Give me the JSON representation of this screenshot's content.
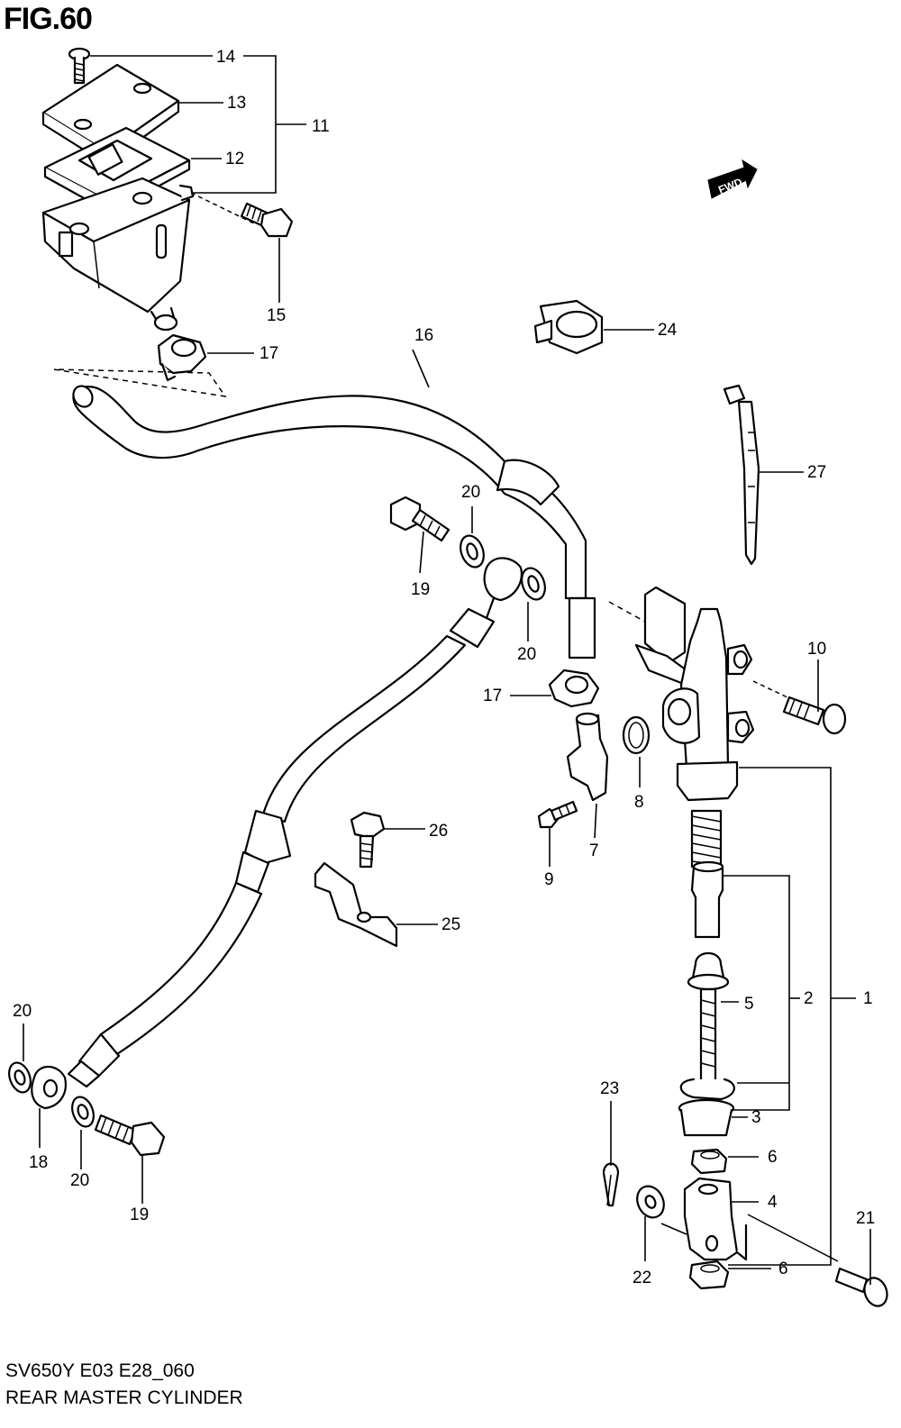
{
  "figure": {
    "title": "FIG.60",
    "model_code": "SV650Y E03 E28_060",
    "assembly_name": "REAR MASTER CYLINDER"
  },
  "direction_badge": {
    "text": "FWD"
  },
  "callouts": {
    "c1": "1",
    "c2": "2",
    "c3": "3",
    "c4": "4",
    "c5": "5",
    "c6a": "6",
    "c6b": "6",
    "c7": "7",
    "c8": "8",
    "c9": "9",
    "c10": "10",
    "c11": "11",
    "c12": "12",
    "c13": "13",
    "c14": "14",
    "c15": "15",
    "c16": "16",
    "c17a": "17",
    "c17b": "17",
    "c18": "18",
    "c19a": "19",
    "c19b": "19",
    "c20a": "20",
    "c20b": "20",
    "c20c": "20",
    "c20d": "20",
    "c21": "21",
    "c22": "22",
    "c23": "23",
    "c24": "24",
    "c25": "25",
    "c26": "26",
    "c27": "27"
  }
}
